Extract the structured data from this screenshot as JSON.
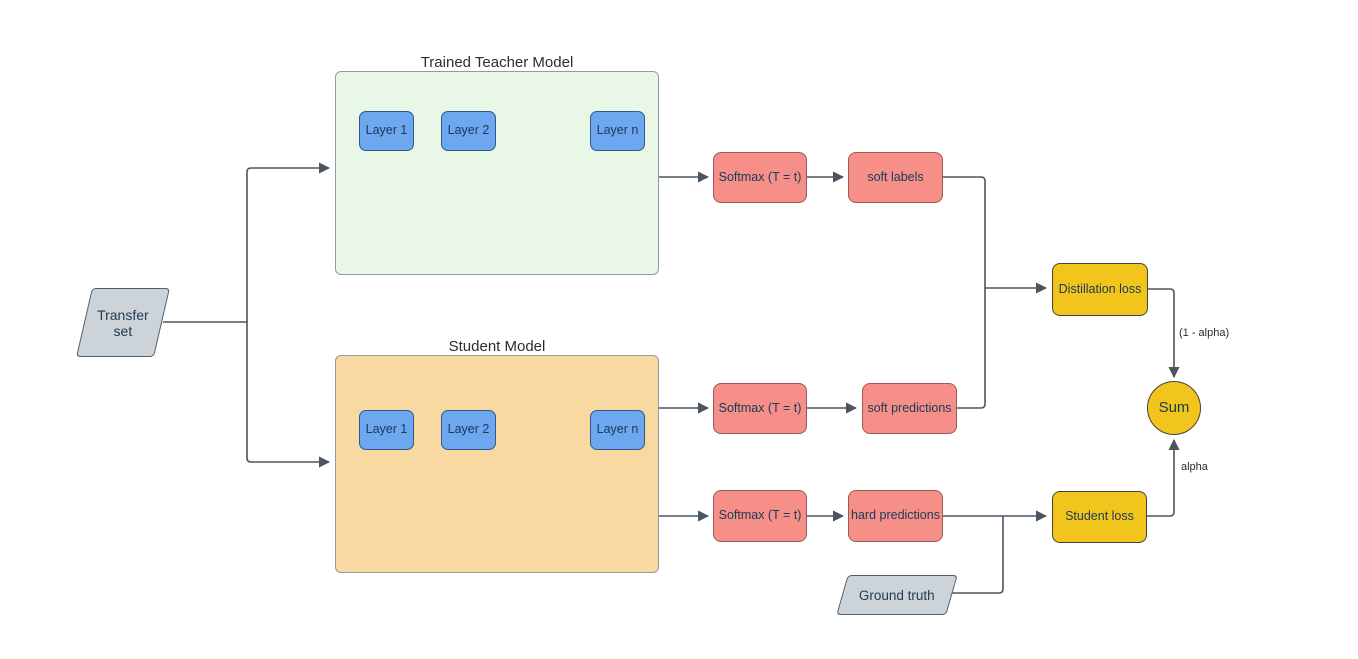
{
  "colors": {
    "line": "#4a5560",
    "text": "#1b3a57",
    "title_text": "#2d2d2d",
    "blue_fill": "#6da7f0",
    "blue_border": "#30588a",
    "green_fill": "#e9f7e6",
    "orange_fill": "#f8d9a1",
    "container_border": "#909aa0",
    "pink_fill": "#f58f88",
    "pink_border": "#9e5753",
    "yellow_fill": "#f2c51d",
    "yellow_border": "#45423a",
    "gray_fill": "#ccd3d9",
    "gray_border": "#525e69"
  },
  "transfer_set": {
    "label": "Transfer set"
  },
  "teacher": {
    "title": "Trained Teacher Model",
    "layers": [
      "Layer 1",
      "Layer 2",
      "Layer n"
    ]
  },
  "student": {
    "title": "Student Model",
    "layers": [
      "Layer 1",
      "Layer 2",
      "Layer n"
    ]
  },
  "softmax": {
    "teacher": "Softmax (T = t)",
    "student_soft": "Softmax (T = t)",
    "student_hard": "Softmax (T = t)"
  },
  "outputs": {
    "soft_labels": "soft labels",
    "soft_predictions": "soft predictions",
    "hard_predictions": "hard predictions"
  },
  "losses": {
    "distillation": "Distillation loss",
    "student": "Student loss",
    "sum": "Sum"
  },
  "ground_truth": {
    "label": "Ground truth"
  },
  "edge_labels": {
    "one_minus_alpha": "(1 - alpha)",
    "alpha": "alpha"
  }
}
